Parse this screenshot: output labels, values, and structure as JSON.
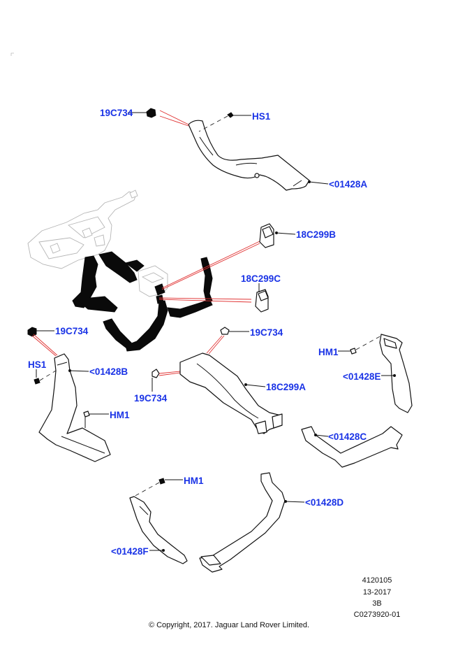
{
  "diagram": {
    "title": "Heater and Air Conditioning Ducts - Exploded Parts View",
    "labels": {
      "clip_top": "19C734",
      "screw_top": "HS1",
      "duct_a": "<01428A",
      "vent_b": "18C299B",
      "vent_c": "18C299C",
      "clip_left": "19C734",
      "screw_left": "HS1",
      "duct_b": "<01428B",
      "screw_hm_left": "HM1",
      "clip_mid_top": "19C734",
      "clip_mid_left": "19C734",
      "duct_18c299a": "18C299A",
      "screw_hm_right": "HM1",
      "duct_e": "<01428E",
      "duct_c": "<01428C",
      "screw_hm_bottom": "HM1",
      "duct_d": "<01428D",
      "duct_f": "<01428F"
    },
    "colors": {
      "label": "#1a33e6",
      "leader": "#111111",
      "connector": "#e03030"
    }
  },
  "footer": {
    "ref_number": "4120105",
    "date_code": "13-2017",
    "section": "3B",
    "image_code": "C0273920-01",
    "copyright": "© Copyright, 2017. Jaguar Land Rover Limited."
  }
}
